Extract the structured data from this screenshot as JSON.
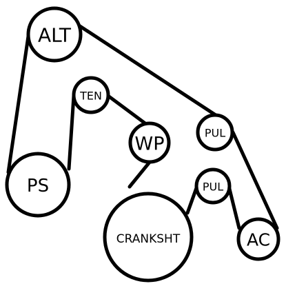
{
  "belt_color": "#000000",
  "pulleys": {
    "alt": "ALT",
    "ten": "TEN",
    "wp": "WP",
    "pul_upper": "PUL",
    "ps": "PS",
    "pul_lower": "PUL",
    "crank": "CRANKSHT",
    "ac": "AC"
  }
}
